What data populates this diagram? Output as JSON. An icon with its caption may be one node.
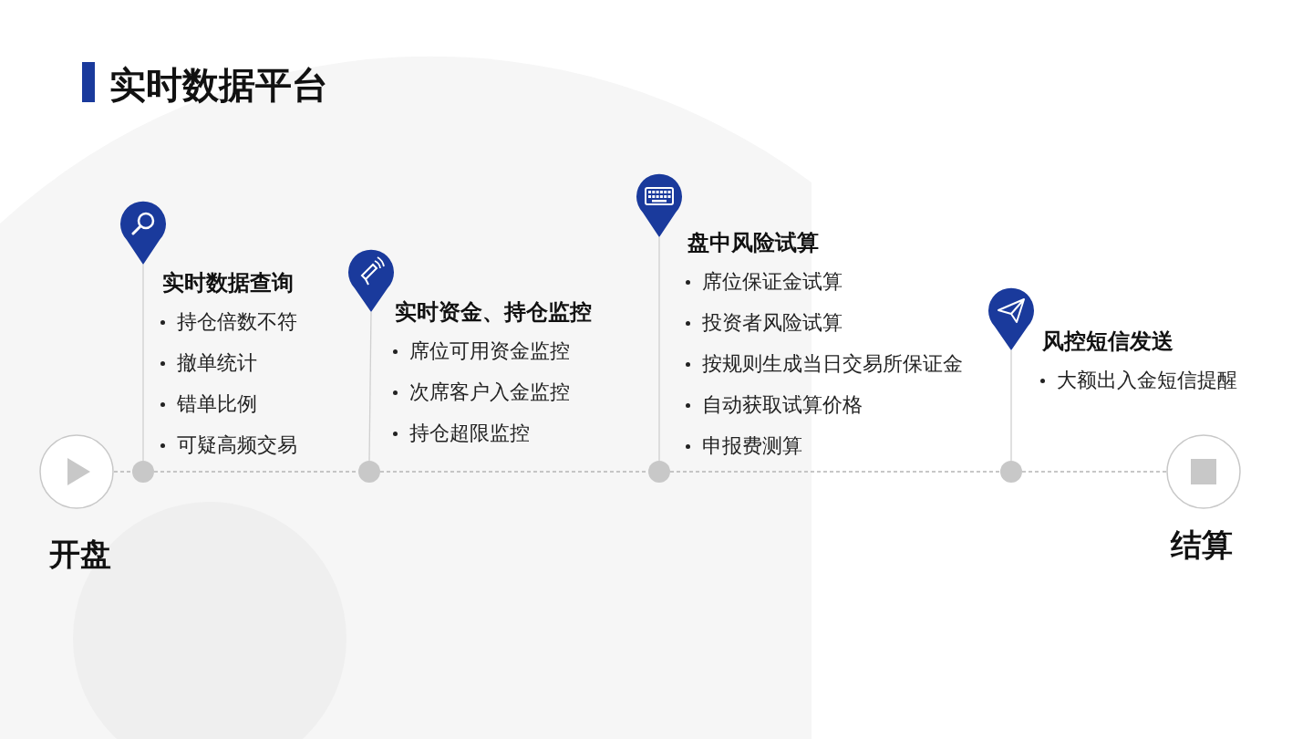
{
  "diagram": {
    "title": "实时数据平台",
    "nodes": [
      {
        "text": [],
        "shape": "circle",
        "beside": [
          "开盘"
        ]
      },
      {
        "text": [
          "实时数据查询",
          "持仓倍数不符",
          "撤单统计",
          "错单比例",
          "可疑高频交易"
        ]
      },
      {
        "text": [],
        "shape": "circle"
      },
      {
        "text": [
          "实时资金、持仓监控",
          "席位可用资金监控",
          "次席客户入金监控",
          "持仓超限监控"
        ]
      },
      {
        "text": [],
        "shape": "circle"
      },
      {
        "text": [
          "盘中风险试算",
          "席位保证金试算",
          "投资者风险试算",
          "按规则生成当日交易所保证金",
          "自动获取试算价格",
          "申报费测算"
        ]
      },
      {
        "text": [],
        "shape": "circle"
      },
      {
        "text": [
          "风控短信发送",
          "大额出入金短信提醒"
        ]
      },
      {
        "text": [],
        "shape": "circle"
      },
      {
        "text": [],
        "shape": "circle",
        "beside": [
          "结算"
        ]
      }
    ],
    "edges": [
      {
        "from": 0,
        "to": 2,
        "arrow": "none",
        "style": "dashed"
      },
      {
        "from": 2,
        "to": 4,
        "arrow": "none",
        "style": "dashed"
      },
      {
        "from": 4,
        "to": 6,
        "arrow": "none",
        "style": "dashed"
      },
      {
        "from": 6,
        "to": 8,
        "arrow": "none",
        "style": "dashed"
      },
      {
        "from": 8,
        "to": 9,
        "arrow": "none",
        "style": "dashed"
      },
      {
        "from": 2,
        "to": 1,
        "arrow": "none"
      },
      {
        "from": 4,
        "to": 3,
        "arrow": "none"
      },
      {
        "from": 6,
        "to": 5,
        "arrow": "none"
      },
      {
        "from": 8,
        "to": 7,
        "arrow": "none"
      }
    ]
  }
}
